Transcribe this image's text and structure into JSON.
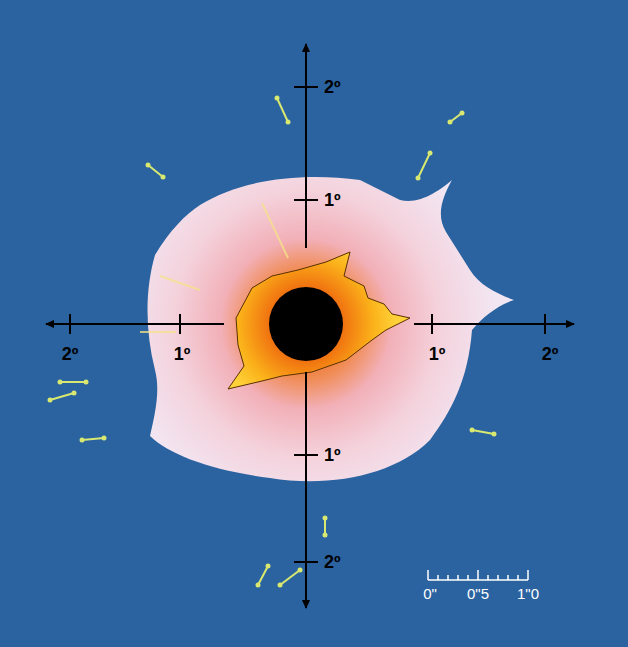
{
  "diagram": {
    "labels": [
      "2º",
      "1º",
      "2º",
      "1º",
      "1º",
      "2º",
      "1º",
      "2º",
      "0\"",
      "0\"5",
      "1\"0"
    ]
  }
}
